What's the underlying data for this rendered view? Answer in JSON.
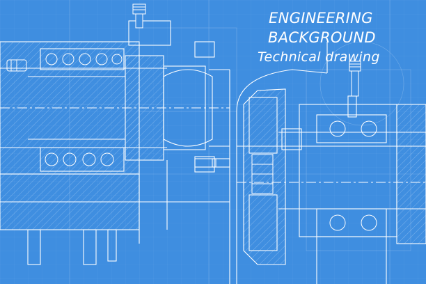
{
  "heading": {
    "line1": "ENGINEERING",
    "line2": "BACKGROUND",
    "line3": "Technical drawing"
  },
  "colors": {
    "background": "#3f8ee0",
    "line": "#ffffff",
    "hatch": "#bcd9f7"
  },
  "icons": [
    "bearing-ball-icon",
    "gear-icon",
    "bolt-icon",
    "nozzle-icon"
  ]
}
